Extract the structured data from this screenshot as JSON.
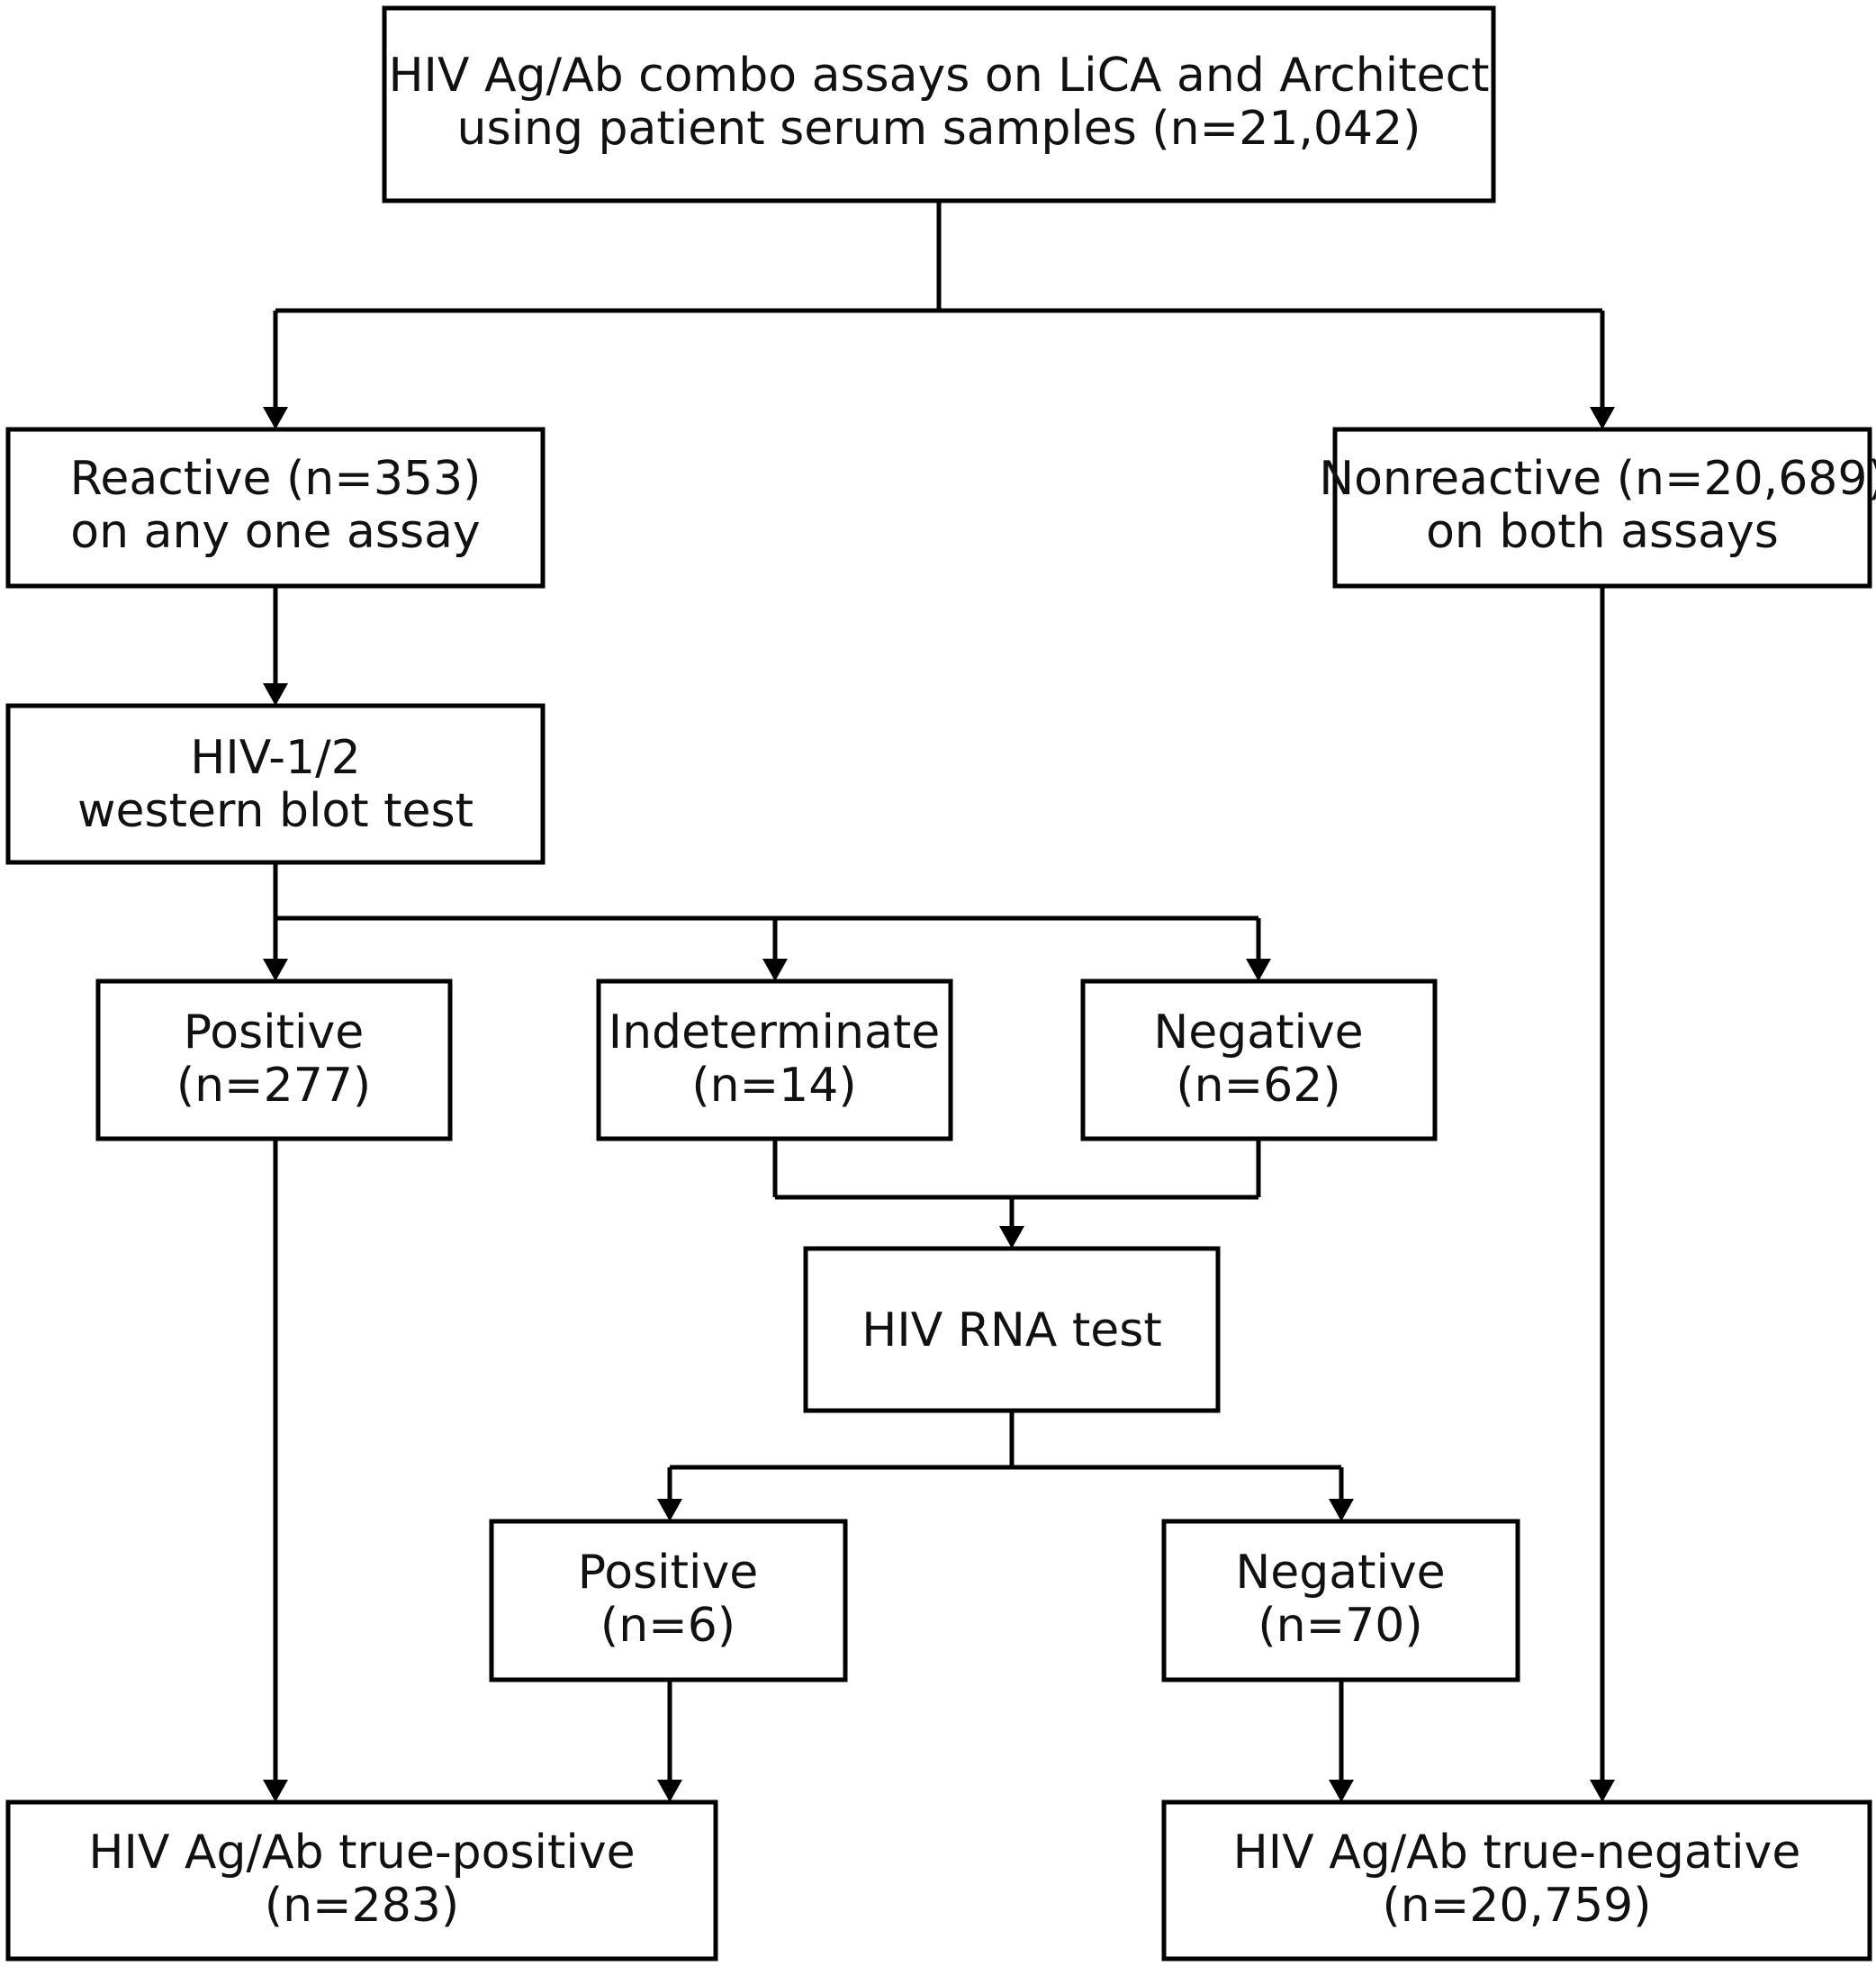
{
  "diagram": {
    "nodes": {
      "start": {
        "line1": "HIV Ag/Ab combo assays on LiCA and Architect",
        "line2": "using patient serum samples (n=21,042)"
      },
      "reactive": {
        "line1": "Reactive (n=353)",
        "line2": "on any one assay"
      },
      "nonreactive": {
        "line1": "Nonreactive (n=20,689)",
        "line2": "on both assays"
      },
      "western_blot": {
        "line1": "HIV-1/2",
        "line2": "western blot test"
      },
      "wb_positive": {
        "line1": "Positive",
        "line2": "(n=277)"
      },
      "wb_indeterminate": {
        "line1": "Indeterminate",
        "line2": "(n=14)"
      },
      "wb_negative": {
        "line1": "Negative",
        "line2": "(n=62)"
      },
      "rna_test": {
        "line1": "HIV RNA test"
      },
      "rna_positive": {
        "line1": "Positive",
        "line2": "(n=6)"
      },
      "rna_negative": {
        "line1": "Negative",
        "line2": "(n=70)"
      },
      "true_positive": {
        "line1": "HIV Ag/Ab true-positive",
        "line2": "(n=283)"
      },
      "true_negative": {
        "line1": "HIV Ag/Ab true-negative",
        "line2": "(n=20,759)"
      }
    },
    "edges": [
      {
        "from": "start",
        "to": "reactive"
      },
      {
        "from": "start",
        "to": "nonreactive"
      },
      {
        "from": "reactive",
        "to": "western_blot"
      },
      {
        "from": "western_blot",
        "to": "wb_positive"
      },
      {
        "from": "western_blot",
        "to": "wb_indeterminate"
      },
      {
        "from": "western_blot",
        "to": "wb_negative"
      },
      {
        "from": "wb_indeterminate",
        "to": "rna_test"
      },
      {
        "from": "wb_negative",
        "to": "rna_test"
      },
      {
        "from": "rna_test",
        "to": "rna_positive"
      },
      {
        "from": "rna_test",
        "to": "rna_negative"
      },
      {
        "from": "wb_positive",
        "to": "true_positive"
      },
      {
        "from": "rna_positive",
        "to": "true_positive"
      },
      {
        "from": "rna_negative",
        "to": "true_negative"
      },
      {
        "from": "nonreactive",
        "to": "true_negative"
      }
    ]
  }
}
